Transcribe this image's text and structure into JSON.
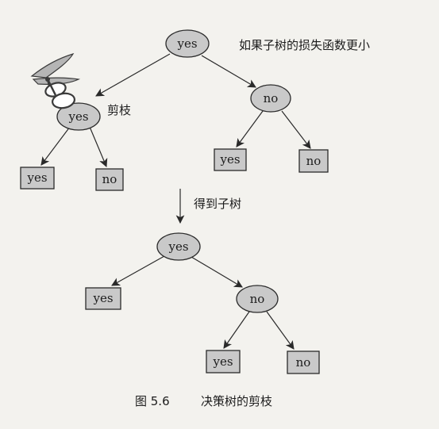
{
  "tree_top": {
    "root": "yes",
    "left_child": "yes",
    "right_child": "no",
    "left_leaves": [
      "yes",
      "no"
    ],
    "right_leaves": [
      "yes",
      "no"
    ]
  },
  "tree_bottom": {
    "root": "yes",
    "left_leaf": "yes",
    "right_child": "no",
    "right_leaves": [
      "yes",
      "no"
    ]
  },
  "annotations": {
    "condition": "如果子树的损失函数更小",
    "prune": "剪枝",
    "result": "得到子树"
  },
  "caption": {
    "number": "图 5.6",
    "title": "决策树的剪枝"
  }
}
